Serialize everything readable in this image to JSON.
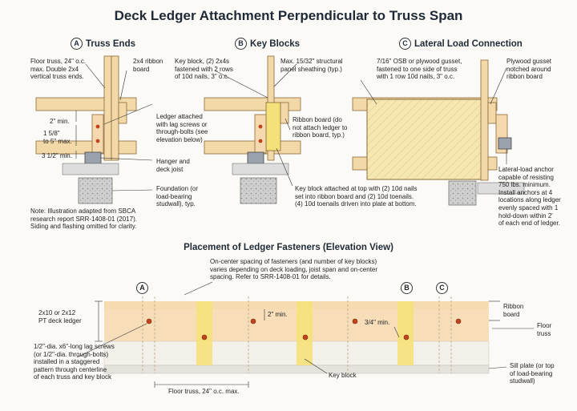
{
  "title": "Deck Ledger Attachment Perpendicular to Truss Span",
  "sections": {
    "a": {
      "letter": "A",
      "label": "Truss Ends"
    },
    "b": {
      "letter": "B",
      "label": "Key Blocks"
    },
    "c": {
      "letter": "C",
      "label": "Lateral Load Connection"
    }
  },
  "notes": {
    "floor_truss": "Floor truss, 24\" o.c.\nmax. Double 2x4\nvertical truss ends.",
    "ribbon_board_2x4": "2x4 ribbon\nboard",
    "key_block": "Key block, (2) 2x4s\nfastened with 2 rows\nof 10d nails, 3\" o.c.",
    "sheathing": "Max. 15/32\" structural\npanel sheathing (typ.)",
    "osb_gusset": "7/16\" OSB or plywood gusset,\nfastened to one side of truss\nwith 1 row 10d nails, 3\" o.c.",
    "plywood_gusset": "Plywood gusset\nnotched around\nribbon board",
    "dim_2min": "2\" min.",
    "dim_range": "1 5/8\"\nto 5\" max.",
    "dim_312": "3 1/2\" min.",
    "ledger_attached": "Ledger attached\nwith lag screws or\nthrough-bolts (see\nelevation below)",
    "ribbon_no_attach": "Ribbon board (do\nnot attach ledger to\nribbon board, typ.)",
    "hanger": "Hanger and\ndeck joist",
    "foundation": "Foundation (or\nload-bearing\nstudwall), typ.",
    "key_block_attached": "Key block attached at top with (2) 10d nails\nset into ribbon board and (2) 10d toenails.\n(4) 10d toenails driven into plate at bottom.",
    "anchor": "Lateral-load anchor\ncapable of resisting\n750 lbs. minimum.\nInstall anchors at 4\nlocations along ledger\nevenly spaced with 1\nhold-down within 2'\nof each end of ledger.",
    "sbca": "Note: Illustration adapted from SBCA\nresearch report SRR-1408-01 (2017).\nSiding and flashing omitted for clarity."
  },
  "elevation": {
    "title": "Placement of Ledger Fasteners (Elevation View)",
    "oc_note": "On-center spacing of fasteners (and number of key blocks)\nvaries depending on deck loading, joist span and on-center\nspacing. Refer to SRR-1408-01 for details.",
    "ledger_label": "2x10 or 2x12\nPT deck ledger",
    "lag_label": "1/2\"-dia. x6\"-long lag screws\n(or 1/2\"-dia. through-bolts)\ninstalled in a staggered\npattern through centerline\nof each truss and key block",
    "dim_2min": "2\" min.",
    "dim_34min": "3/4\" min.",
    "floor_truss_spacing": "Floor truss, 24\" o.c. max.",
    "key_block": "Key block",
    "ribbon_board": "Ribbon\nboard",
    "floor_truss": "Floor\ntruss",
    "sill_plate": "Sill plate (or top\nof load-bearing\nstudwall)",
    "marker_a": "A",
    "marker_b": "B",
    "marker_c": "C"
  },
  "colors": {
    "ledger": "#f6d8ae",
    "key_block": "#f5e17a",
    "wood": "#f3d9a8",
    "gusset": "#f6e6b0",
    "concrete": "#c9c9c9",
    "lag": "#c0451e",
    "leader": "#333333"
  }
}
